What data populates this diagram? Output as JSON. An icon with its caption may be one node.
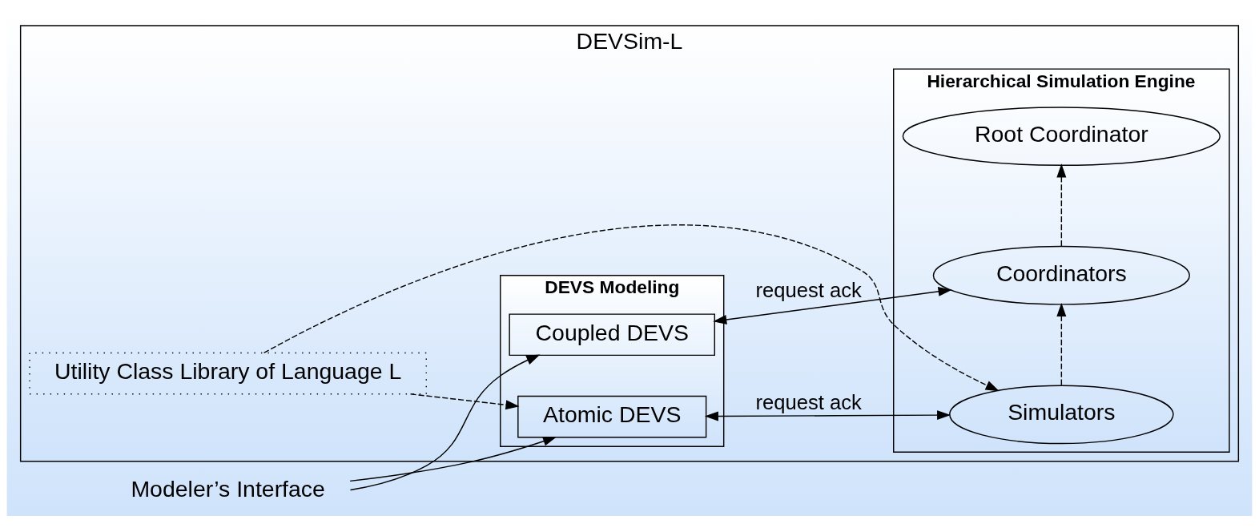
{
  "diagram": {
    "nodes": [
      {
        "text": [
          "DEVSim-L"
        ]
      },
      {
        "text": [
          "Modeler’s Interface"
        ]
      },
      {
        "text": [
          "DEVS Modeling"
        ],
        "in": 0
      },
      {
        "text": [
          "Coupled DEVS"
        ],
        "in": 2
      },
      {
        "text": [
          "Atomic DEVS"
        ],
        "in": 2
      },
      {
        "text": [
          "Hierarchical Simulation Engine"
        ],
        "in": 0
      },
      {
        "text": [
          "Root Coordinator"
        ],
        "in": 5
      },
      {
        "text": [
          "Coordinators"
        ],
        "in": 5
      },
      {
        "text": [
          "Simulators"
        ],
        "in": 5
      },
      {
        "text": [
          "Utility Class Library of Language L"
        ],
        "in": 0
      }
    ],
    "edges": [
      {
        "from": 1,
        "to": 3,
        "arrow": "to"
      },
      {
        "from": 1,
        "to": 4,
        "arrow": "to"
      },
      {
        "from": 3,
        "to": 7,
        "arrow": "both",
        "label": "request ack"
      },
      {
        "from": 4,
        "to": 8,
        "arrow": "both",
        "label": "request ack"
      },
      {
        "from": 8,
        "to": 7,
        "arrow": "to",
        "style": "dashed"
      },
      {
        "from": 7,
        "to": 6,
        "arrow": "to",
        "style": "dashed"
      },
      {
        "from": 9,
        "to": 4,
        "arrow": "to",
        "style": "dashed"
      },
      {
        "from": 9,
        "to": 8,
        "arrow": "to",
        "style": "dashed"
      }
    ]
  }
}
